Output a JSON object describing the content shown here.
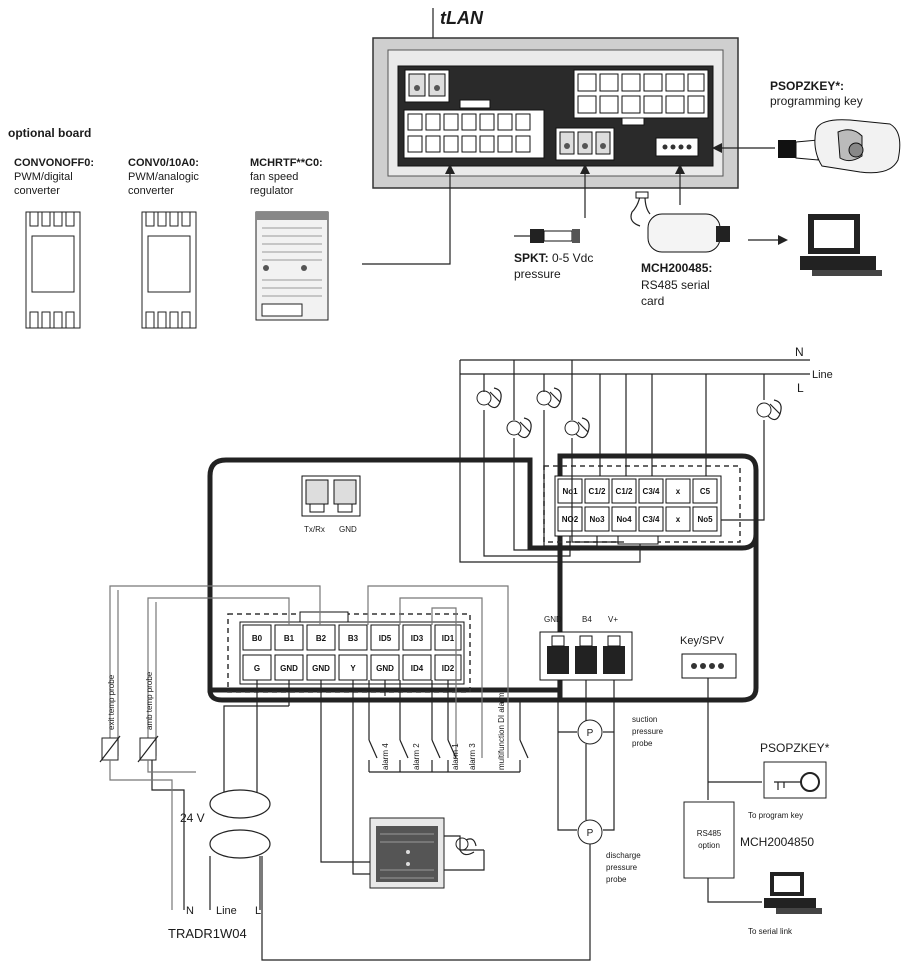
{
  "top": {
    "tlan": "tLAN",
    "optional_board": "optional board",
    "conv_onoff": {
      "code": "CONVONOFF0:",
      "line1": "PWM/digital",
      "line2": "converter"
    },
    "conv_010": {
      "code": "CONV0/10A0:",
      "line1": "PWM/analogic",
      "line2": "converter"
    },
    "mchrtf": {
      "code": "MCHRTF**C0:",
      "line1": "fan speed",
      "line2": "regulator"
    },
    "spkt": {
      "code": "SPKT:",
      "line1": " 0-5 Vdc",
      "line2": "pressure"
    },
    "mch200485": {
      "code": "MCH200485:",
      "line1": "RS485 serial",
      "line2": "card"
    },
    "psopzkey": {
      "code": "PSOPZKEY*:",
      "line1": "programming key"
    }
  },
  "main": {
    "line_n": "N",
    "line_label": "Line",
    "line_l": "L",
    "txrx": "Tx/Rx",
    "gnd": "GND",
    "relay_top": [
      "No1",
      "C1/2",
      "C1/2",
      "C3/4",
      "x",
      "C5"
    ],
    "relay_bottom": [
      "NO2",
      "No3",
      "No4",
      "C3/4",
      "x",
      "No5"
    ],
    "input_top": [
      "B0",
      "B1",
      "B2",
      "B3",
      "ID5",
      "ID3",
      "ID1"
    ],
    "input_bottom": [
      "G",
      "GND",
      "GND",
      "Y",
      "GND",
      "ID4",
      "ID2"
    ],
    "exit_probe": "exit temp probe",
    "amb_probe": "amb temp probe",
    "alarms": [
      "alarm 4",
      "alarm 2",
      "alarm 1",
      "alarm 3",
      "multifunction DI alarm"
    ],
    "b4_labels": [
      "GND",
      "B4",
      "V+"
    ],
    "suction": [
      "suction",
      "pressure",
      "probe"
    ],
    "discharge": [
      "discharge",
      "pressure",
      "probe"
    ],
    "p_label": "P",
    "keyspv": "Key/SPV",
    "psopzkey2": "PSOPZKEY*",
    "to_program_key": "To program key",
    "rs485_option": [
      "RS485",
      "option"
    ],
    "mch2004850": "MCH2004850",
    "to_serial_link": "To serial link",
    "transformer_v": "24 V",
    "bottom_n": "N",
    "bottom_line": "Line",
    "bottom_l": "L",
    "tradr": "TRADR1W04"
  }
}
